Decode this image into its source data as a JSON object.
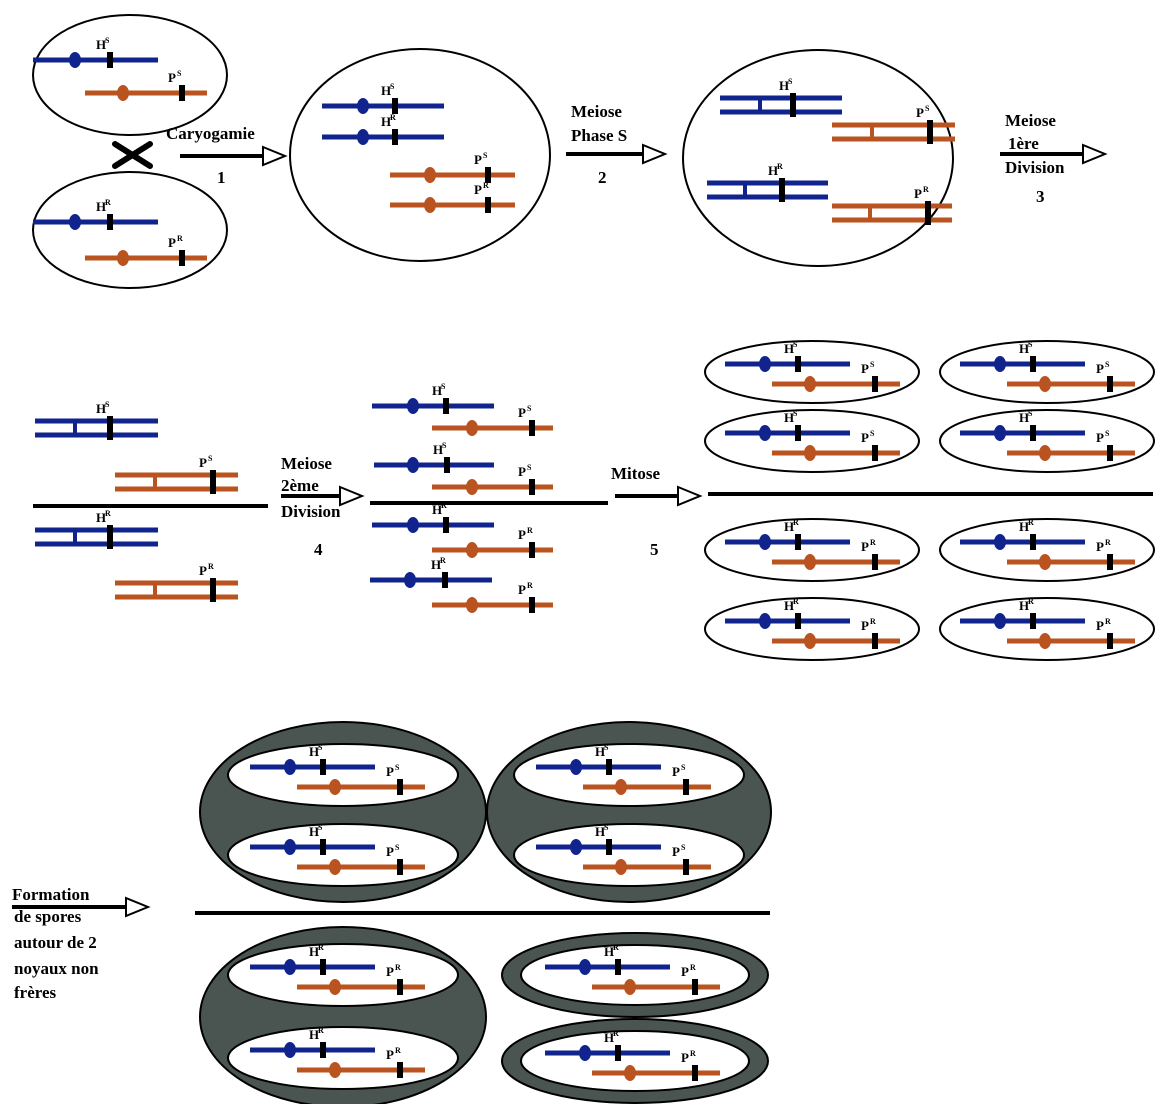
{
  "colors": {
    "blue_chromosome": "#11238c",
    "orange_chromosome": "#b9531f",
    "spore_wall": "#4a5450",
    "line": "#000000",
    "background": "#ffffff"
  },
  "genes": {
    "h_letter": "H",
    "p_letter": "P",
    "sensitive_sup": "S",
    "resistant_sup": "R"
  },
  "steps": {
    "step1": {
      "label": "Caryogamie",
      "number": "1"
    },
    "step2": {
      "label_line1": "Meiose",
      "label_line2": "Phase S",
      "number": "2"
    },
    "step3": {
      "label_line1": "Meiose",
      "label_line2": "1ère",
      "label_line3": "Division",
      "number": "3"
    },
    "step4": {
      "label_line1": "Meiose",
      "label_line2": "2ème",
      "label_line3": "Division",
      "number": "4"
    },
    "step5": {
      "label": "Mitose",
      "number": "5"
    },
    "spore_formation": {
      "line1": "Formation",
      "line2": "de spores",
      "line3": "autour de 2",
      "line4": "noyaux non",
      "line5": "frères"
    }
  },
  "icons": {
    "cross": "cross-icon",
    "arrow": "hollow-arrow-icon"
  }
}
